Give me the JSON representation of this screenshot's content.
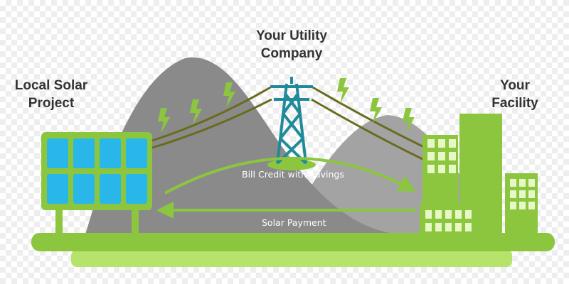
{
  "labels": {
    "solar": [
      "Local Solar",
      "Project"
    ],
    "utility": [
      "Your Utility",
      "Company"
    ],
    "facility": [
      "Your",
      "Facility"
    ]
  },
  "flows": {
    "bill_credit": "Bill Credit with Savings",
    "solar_payment": "Solar Payment"
  },
  "colors": {
    "ground": "#8cc63f",
    "ground_light": "#b6e36a",
    "hill_dark": "#8a8a8a",
    "hill_light": "#a3a3a3",
    "solar_cell": "#29b6e8",
    "tower": "#1f8a9a",
    "power_line": "#6b6b1e",
    "building": "#8cc63f",
    "window": "#e7f7c7",
    "bolt": "#8cc63f",
    "text": "#333333"
  },
  "icons": {
    "bolt": "lightning-bolt-icon",
    "tower": "transmission-tower-icon",
    "panel": "solar-panel-icon",
    "buildings": "building-icon"
  }
}
